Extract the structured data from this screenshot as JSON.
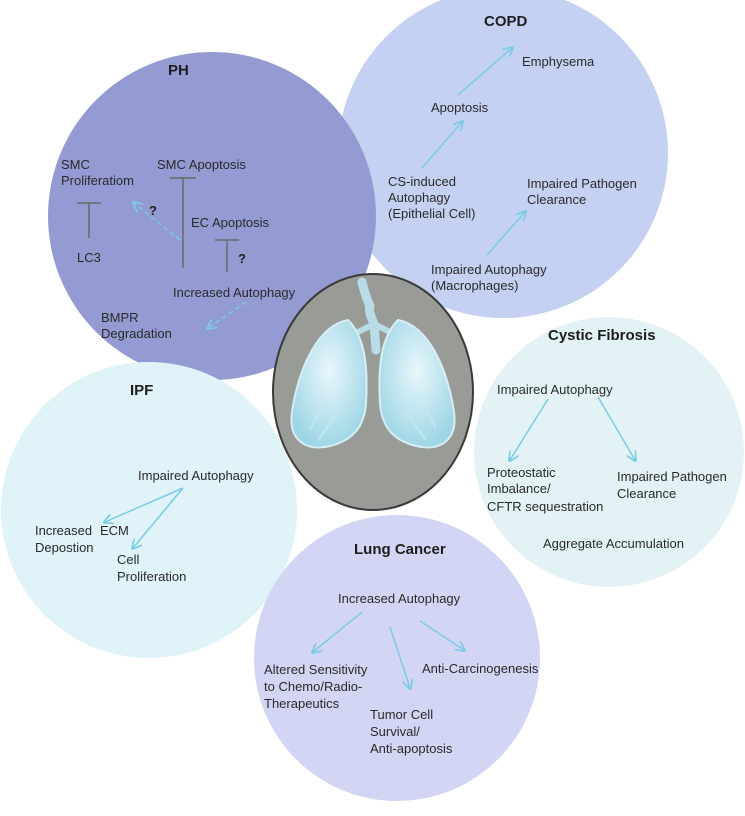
{
  "colors": {
    "ph": "#949bd2",
    "copd": "#c4d1f3",
    "ipf": "#dff3f8",
    "cf": "#e3f3f5",
    "lung_cancer": "#d2d5f4",
    "center": "#999b97",
    "arrow": "#7ccbe4",
    "inhibit": "#6a6a6a"
  },
  "ph": {
    "title": "PH",
    "smc_prolif_1": "SMC",
    "smc_prolif_2": "Proliferatiom",
    "lc3": "LC3",
    "smc_apoptosis": "SMC Apoptosis",
    "ec_apoptosis": "EC Apoptosis",
    "q1": "?",
    "q2": "?",
    "increased_autophagy": "Increased Autophagy",
    "bmpr_1": "BMPR",
    "bmpr_2": "Degradation"
  },
  "copd": {
    "title": "COPD",
    "emphysema": "Emphysema",
    "apoptosis": "Apoptosis",
    "cs_1": "CS-induced",
    "cs_2": "Autophagy",
    "cs_3": "(Epithelial Cell)",
    "pathogen_1": "Impaired Pathogen",
    "pathogen_2": "Clearance",
    "impaired_1": "Impaired Autophagy",
    "impaired_2": "(Macrophages)"
  },
  "cf": {
    "title": "Cystic Fibrosis",
    "impaired": "Impaired Autophagy",
    "proteo_1": "Proteostatic",
    "proteo_2": "Imbalance/",
    "proteo_3": "CFTR sequestration",
    "pathogen_1": "Impaired Pathogen",
    "pathogen_2": "Clearance",
    "aggregate": "Aggregate Accumulation"
  },
  "ipf": {
    "title": "IPF",
    "impaired": "Impaired Autophagy",
    "increased_1": "Increased",
    "increased_2": "Depostion",
    "ecm": "ECM",
    "cell_1": "Cell",
    "cell_2": "Proliferation"
  },
  "lung_cancer": {
    "title": "Lung Cancer",
    "increased": "Increased Autophagy",
    "altered_1": "Altered Sensitivity",
    "altered_2": "to Chemo/Radio-",
    "altered_3": "Therapeutics",
    "anti": "Anti-Carcinogenesis",
    "tumor_1": "Tumor Cell",
    "tumor_2": "Survival/",
    "tumor_3": "Anti-apoptosis"
  }
}
